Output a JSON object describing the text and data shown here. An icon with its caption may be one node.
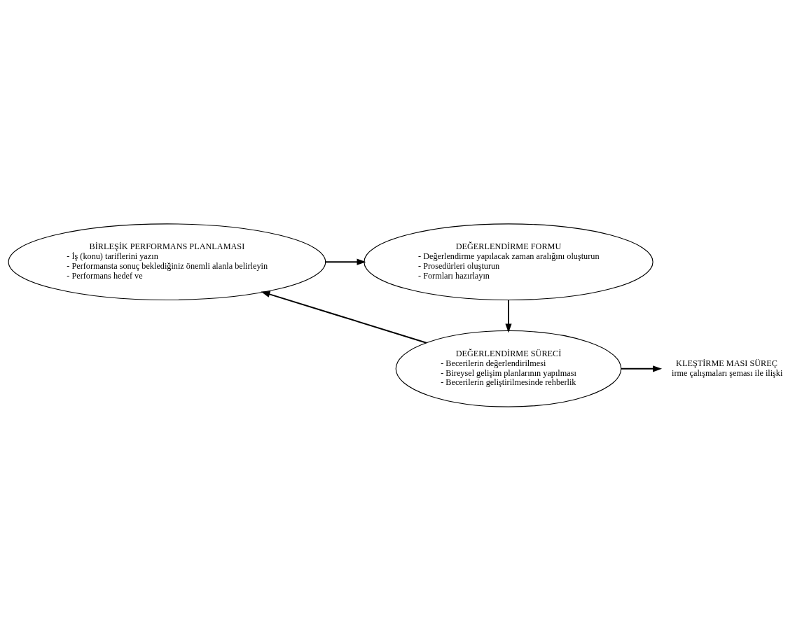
{
  "diagram": {
    "nodes": [
      {
        "text": [
          "BİRLEŞİK PERFORMANS PLANLAMASI",
          "- İş (konu) tariflerini yazın",
          "- Performansta sonuç beklediğiniz önemli alanla belirleyin",
          "- Performans hedef ve"
        ]
      },
      {
        "text": [
          "DEĞERLENDİRME FORMU",
          "- Değerlendirme yapılacak zaman aralığını oluşturun",
          "- Prosedürleri oluşturun",
          "- Formları hazırlayın"
        ]
      },
      {
        "text": [
          "DEĞERLENDİRME SÜRECİ",
          "- Becerilerin değerlendirilmesi",
          "- Bireysel gelişim planlarının yapılması",
          "- Becerilerin geliştirilmesinde rehberlik"
        ]
      },
      {
        "text": [
          "KLEŞTİRME MASI SÜREÇ",
          "irme çalışmaları şeması ile ilişki"
        ]
      }
    ],
    "edges": [
      {
        "from": 0,
        "to": 1,
        "arrow": "to"
      },
      {
        "from": 1,
        "to": 2,
        "arrow": "to"
      },
      {
        "from": 2,
        "to": 0,
        "arrow": "to"
      },
      {
        "from": 2,
        "to": 3,
        "arrow": "to"
      }
    ]
  }
}
